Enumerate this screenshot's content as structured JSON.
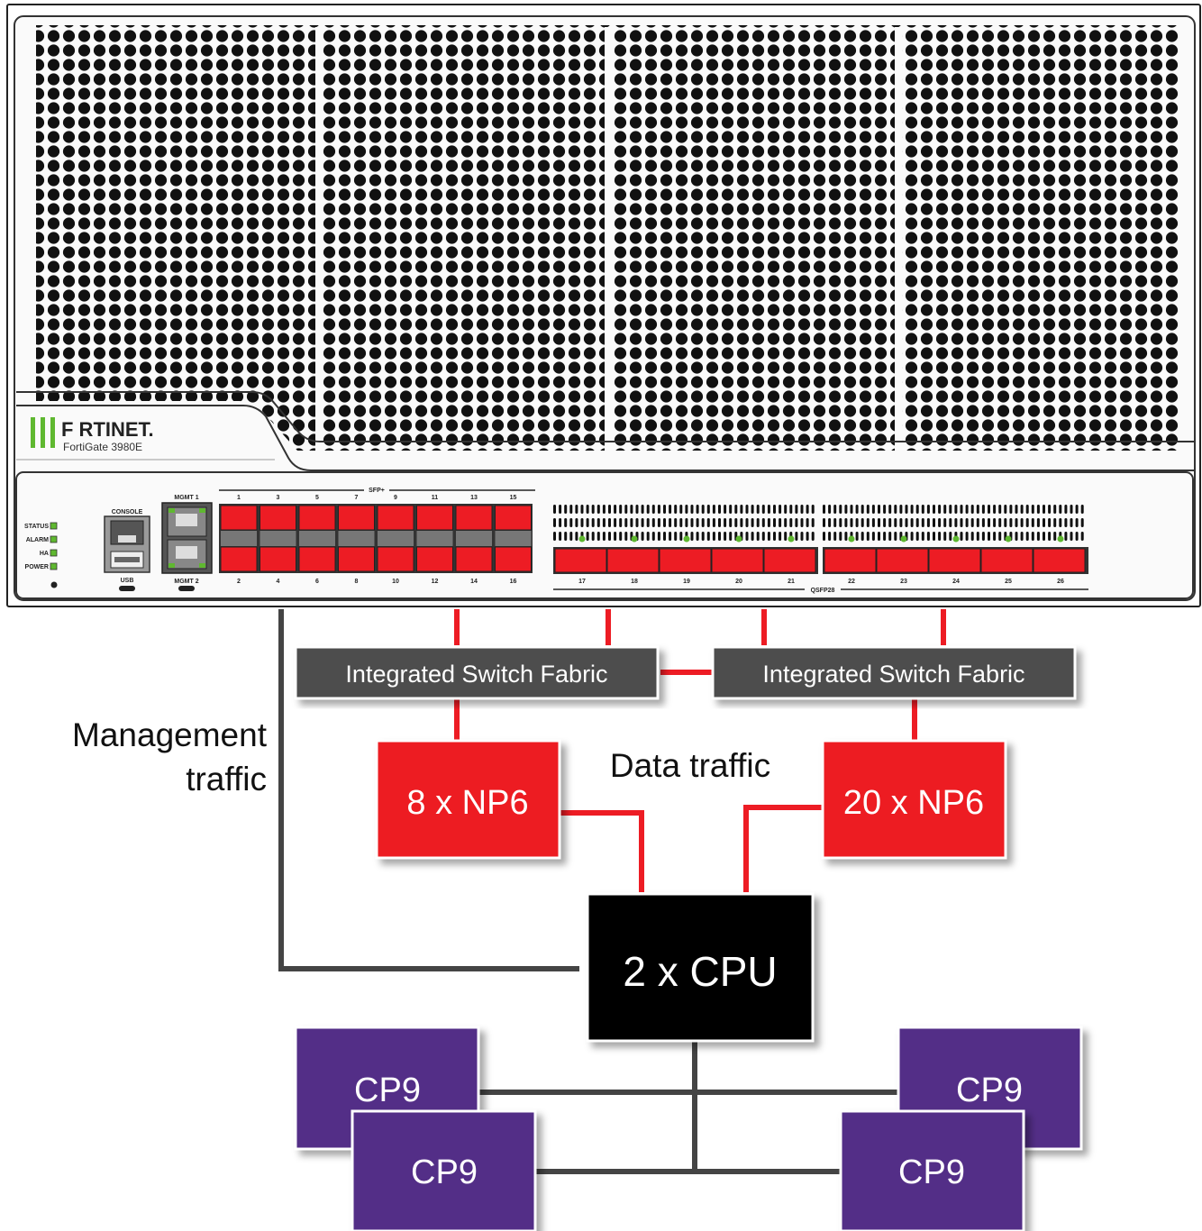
{
  "device": {
    "brand": "F RTINET.",
    "model": "FortiGate 3980E",
    "leds": [
      "STATUS",
      "ALARM",
      "HA",
      "POWER"
    ],
    "console_label": "CONSOLE",
    "usb_label": "USB",
    "mgmt1_label": "MGMT 1",
    "mgmt2_label": "MGMT 2",
    "sfp_label": "SFP+",
    "sfp_top_ports": [
      "1",
      "3",
      "5",
      "7",
      "9",
      "11",
      "13",
      "15"
    ],
    "sfp_bottom_ports": [
      "2",
      "4",
      "6",
      "8",
      "10",
      "12",
      "14",
      "16"
    ],
    "qsfp_label": "QSFP28",
    "qsfp_ports_a": [
      "17",
      "18",
      "19",
      "20",
      "21"
    ],
    "qsfp_ports_b": [
      "22",
      "23",
      "24",
      "25",
      "26"
    ]
  },
  "diagram": {
    "switch_left": "Integrated Switch Fabric",
    "switch_right": "Integrated Switch Fabric",
    "np6_left": "8 x NP6",
    "np6_right": "20 x NP6",
    "cpu": "2 x CPU",
    "cp9": [
      "CP9",
      "CP9",
      "CP9",
      "CP9"
    ],
    "mgmt_traffic_line1": "Management",
    "mgmt_traffic_line2": "traffic",
    "data_traffic": "Data traffic"
  },
  "colors": {
    "red": "#ed1c24",
    "switch_gray": "#4d4d4d",
    "cpu_black": "#000000",
    "cp9_purple": "#522d87",
    "fortinet_green": "#5fb830",
    "line_dark": "#333333"
  }
}
